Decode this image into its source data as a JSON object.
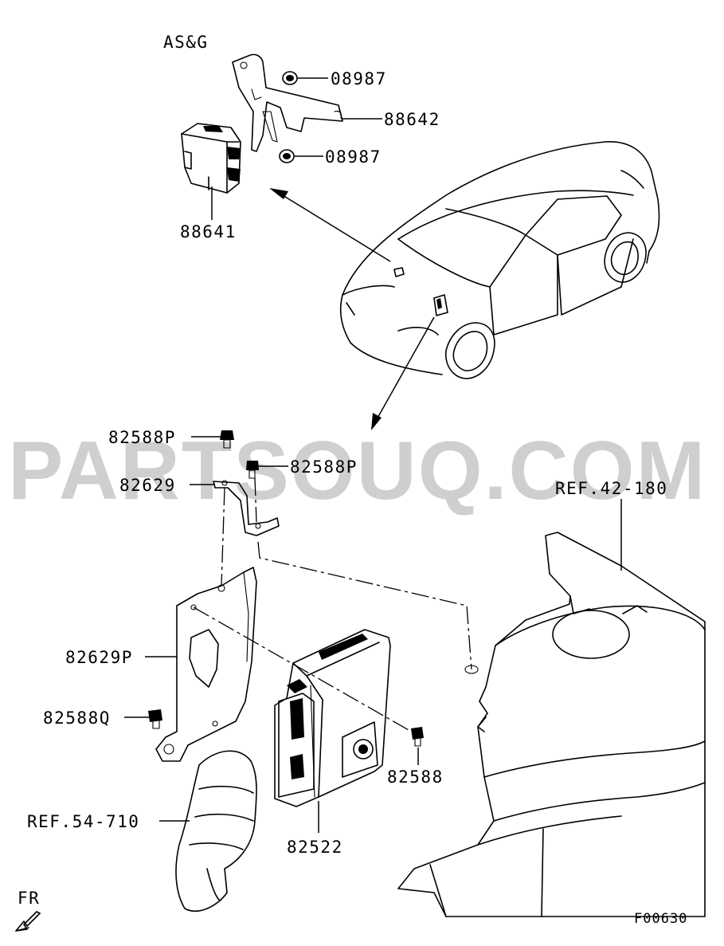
{
  "watermark": "PARTSOUQ.COM",
  "variant_label": "AS&G",
  "figure_code": "F00630",
  "direction_label": "FR",
  "parts": {
    "p08987_top": "08987",
    "p88642": "88642",
    "p08987_bottom": "08987",
    "p88641": "88641",
    "p82588P_a": "82588P",
    "p82588P_b": "82588P",
    "p82629": "82629",
    "p82629P": "82629P",
    "p82588Q": "82588Q",
    "p82588": "82588",
    "p82522": "82522"
  },
  "refs": {
    "ref_42_180": "REF.42-180",
    "ref_54_710": "REF.54-710"
  }
}
